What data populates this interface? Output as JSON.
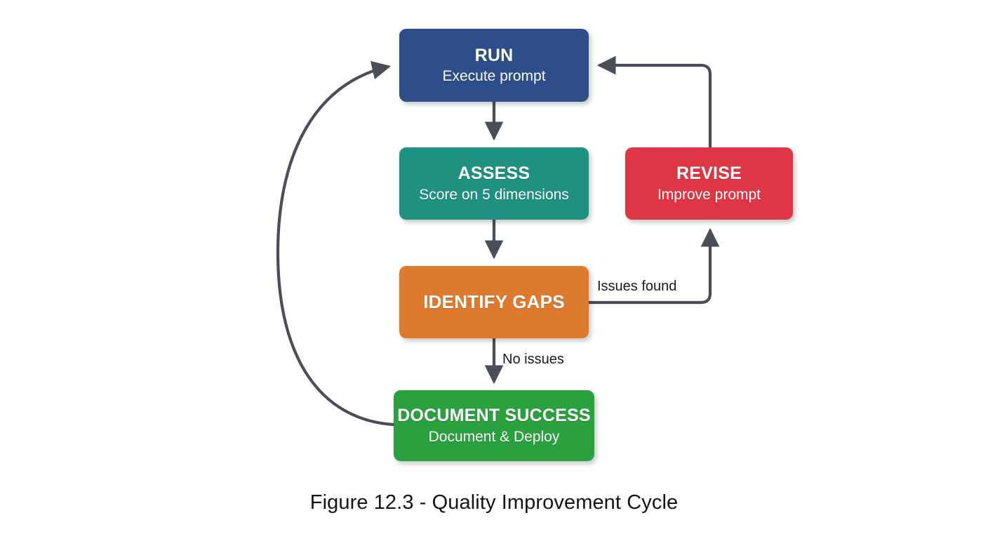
{
  "figure": {
    "caption": "Figure 12.3 - Quality Improvement Cycle",
    "background_color": "#ffffff",
    "connector_color": "#4a4f57"
  },
  "nodes": [
    {
      "id": "run",
      "title": "RUN",
      "subtitle": "Execute prompt",
      "color": "#2d4e8a"
    },
    {
      "id": "assess",
      "title": "ASSESS",
      "subtitle": "Score on 5 dimensions",
      "color": "#1f9180"
    },
    {
      "id": "identify-gaps",
      "title": "IDENTIFY GAPS",
      "subtitle": "",
      "color": "#dd7a2e"
    },
    {
      "id": "document-success",
      "title": "DOCUMENT SUCCESS",
      "subtitle": "Document & Deploy",
      "color": "#2ba03f"
    },
    {
      "id": "revise",
      "title": "REVISE",
      "subtitle": "Improve prompt",
      "color": "#dd3644"
    }
  ],
  "edges": [
    {
      "id": "run-to-assess",
      "from": "run",
      "to": "assess",
      "label": ""
    },
    {
      "id": "assess-to-identify",
      "from": "assess",
      "to": "identify-gaps",
      "label": ""
    },
    {
      "id": "identify-to-revise",
      "from": "identify-gaps",
      "to": "revise",
      "label": "Issues found"
    },
    {
      "id": "identify-to-document",
      "from": "identify-gaps",
      "to": "document-success",
      "label": "No issues"
    },
    {
      "id": "revise-to-run",
      "from": "revise",
      "to": "run",
      "label": ""
    },
    {
      "id": "document-to-run",
      "from": "document-success",
      "to": "run",
      "label": ""
    }
  ]
}
